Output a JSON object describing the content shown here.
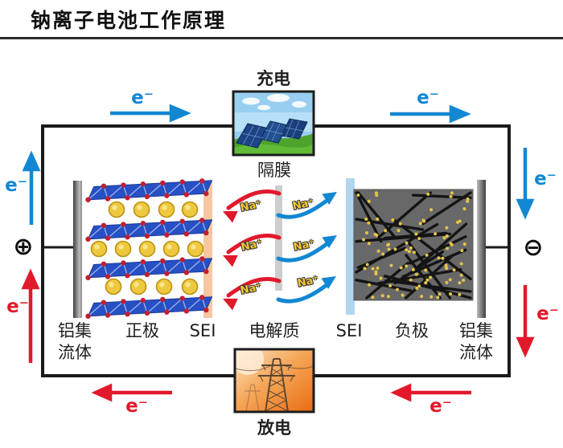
{
  "header": {
    "title": "钠离子电池工作原理"
  },
  "diagram": {
    "charge_label": "充电",
    "discharge_label": "放电",
    "separator_label": "隔膜",
    "electron_label": "e⁻",
    "na_ion_label": "Na⁺",
    "positive_terminal": "⊕",
    "negative_terminal": "⊖",
    "component_labels": [
      "铝集\n流体",
      "正极",
      "SEI",
      "电解质",
      "SEI",
      "负极",
      "铝集\n流体"
    ],
    "colors": {
      "charge_blue": "#1287d2",
      "discharge_red": "#e1192b",
      "na_ion_gold": "#f7c62e",
      "cathode_layer_blue": "#2750c4",
      "sodium_ion_yellow": "#eec83e",
      "cathode_sei_peach": "#f7c7a2",
      "anode_sei_lightblue": "#b2d6ee",
      "anode_gray": "#686868",
      "collector_gray": "#8a8a8a",
      "wire_black": "#1a1a1a"
    }
  }
}
